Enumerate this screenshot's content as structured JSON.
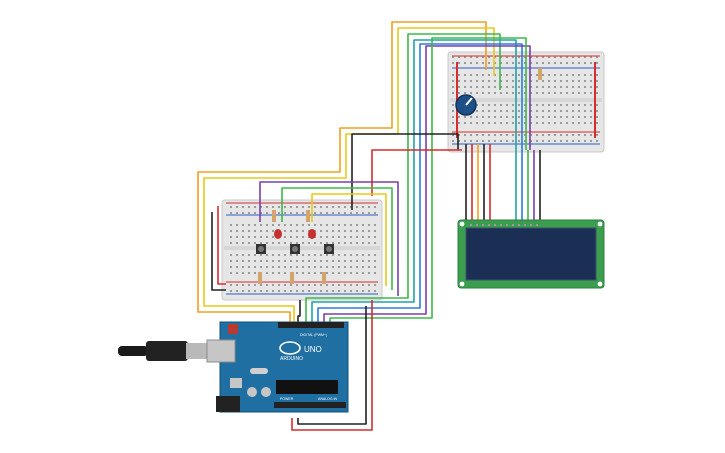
{
  "arduino": {
    "brand_text": "ARDUINO",
    "model_text": "UNO",
    "digital_label": "DIGITAL (PWM~)",
    "power_label": "POWER",
    "analog_label": "ANALOG IN"
  },
  "colors": {
    "arduino_board": "#1f6fa3",
    "breadboard": "#e6e6e6",
    "lcd_pcb": "#3a9e4e",
    "lcd_screen": "#1b2f55",
    "wire_orange": "#f0a020",
    "wire_yellow": "#e8c81a",
    "wire_black": "#222222",
    "wire_red": "#d62d2d",
    "wire_green": "#3db84a",
    "wire_blue": "#2a7de1",
    "wire_cyan": "#1fa3a8",
    "wire_purple": "#7a3fa8",
    "led_red": "#c8302d",
    "potentiometer": "#1e4f86"
  }
}
